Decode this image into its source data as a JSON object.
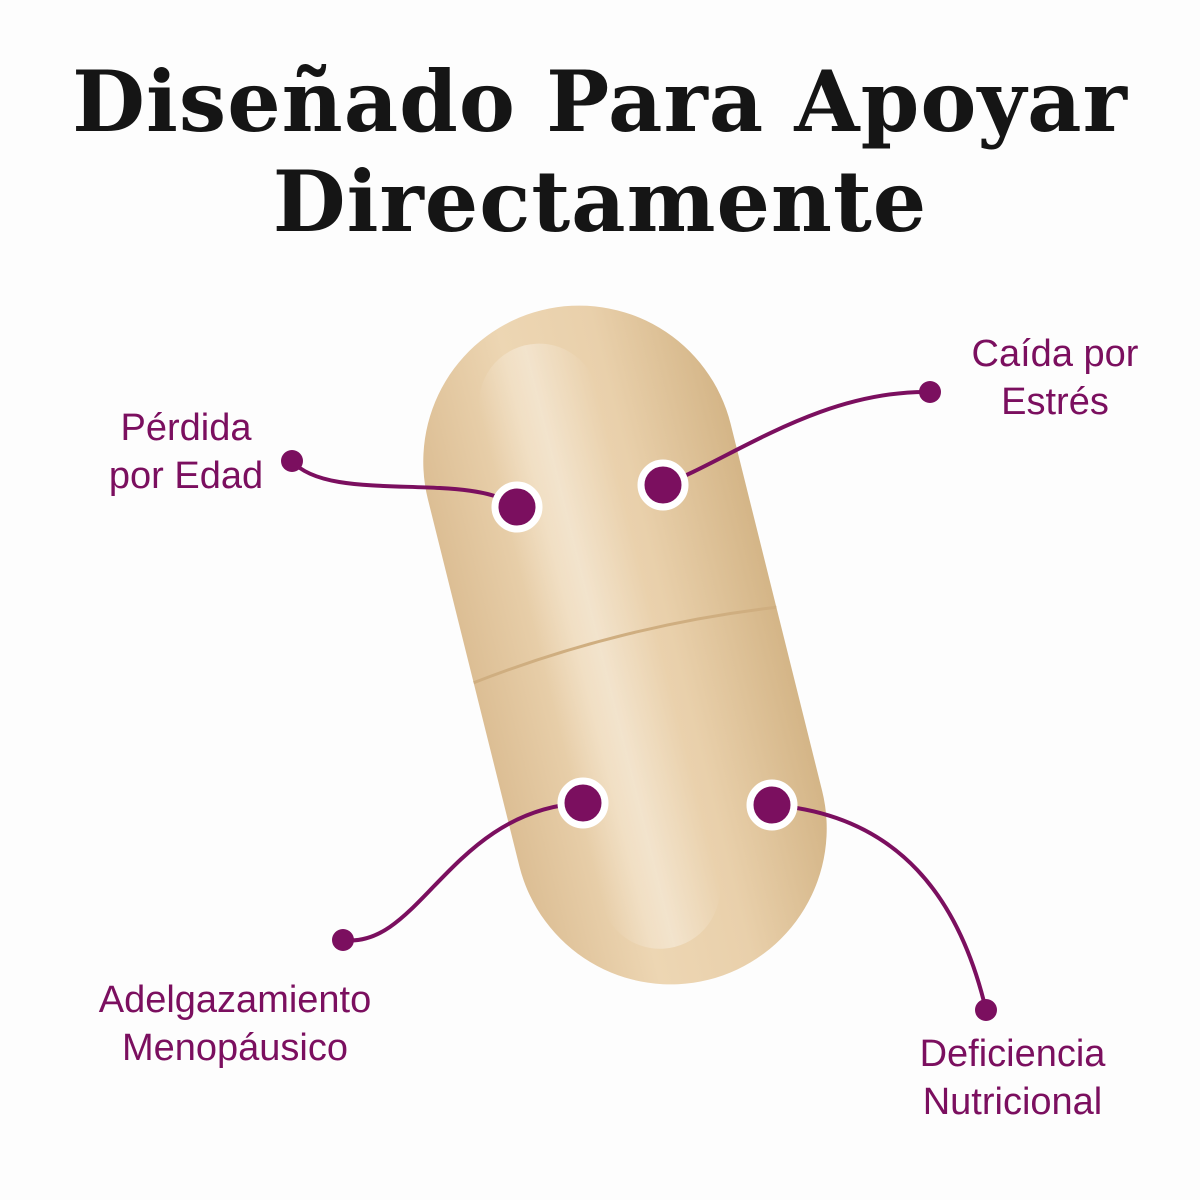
{
  "headline": {
    "line1": "Diseñado Para Apoyar",
    "line2": "Directamente"
  },
  "callouts": {
    "top_left": {
      "line1": "Pérdida",
      "line2": "por Edad"
    },
    "top_right": {
      "line1": "Caída por",
      "line2": "Estrés"
    },
    "bottom_left": {
      "line1": "Adelgazamiento",
      "line2": "Menopáusico"
    },
    "bottom_right": {
      "line1": "Deficiencia",
      "line2": "Nutricional"
    }
  },
  "colors": {
    "accent": "#7b0f5f",
    "capsule": "#e6cda8",
    "headline": "#151515"
  },
  "icons": [
    "capsule-icon"
  ]
}
